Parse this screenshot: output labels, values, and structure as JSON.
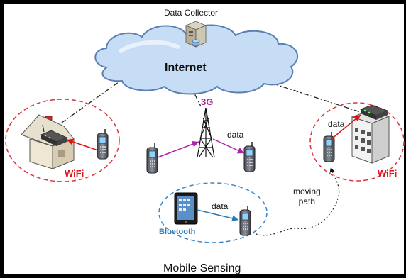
{
  "title": "Mobile Sensing",
  "labels": {
    "data_collector": "Data Collector",
    "internet": "Internet",
    "three_g": "3G",
    "wifi_left": "WiFi",
    "wifi_right": "WiFi",
    "bluetooth": "Bluetooth",
    "data_3g": "data",
    "data_wifi": "data",
    "data_bluetooth": "data",
    "moving_path": "moving\npath"
  },
  "colors": {
    "wifi_text": "#e0161b",
    "three_g_text": "#b01f9a",
    "bluetooth_text": "#2a7ab8",
    "cloud_fill": "#c7dcf5",
    "cloud_stroke": "#5a7fb5",
    "wifi_circle": "#d9353a",
    "bt_circle": "#3a86c8",
    "arrow_red": "#e01010",
    "arrow_purple": "#b020a8",
    "arrow_blue": "#2a7ab8"
  },
  "icons": [
    "server-icon",
    "cloud-icon",
    "house-icon",
    "office-building-icon",
    "cell-tower-icon",
    "wifi-router-icon",
    "cell-phone-icon",
    "tablet-icon"
  ]
}
